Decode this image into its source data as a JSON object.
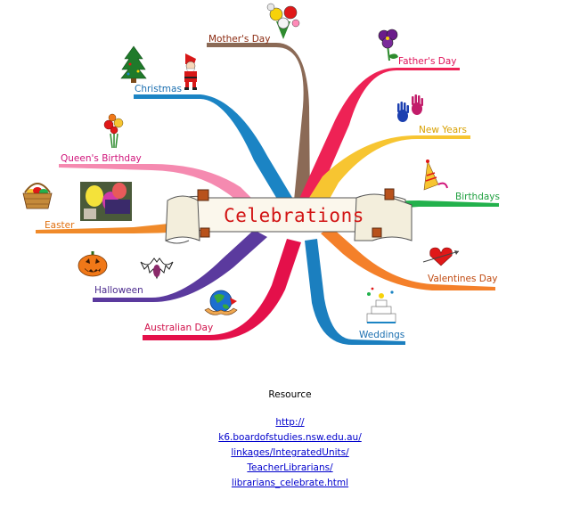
{
  "diagram": {
    "title": "Celebrations",
    "branches": [
      {
        "id": "mothers-day",
        "label": "Mother's Day",
        "color": "#8b6a56"
      },
      {
        "id": "fathers-day",
        "label": "Father's Day",
        "color": "#ee2255"
      },
      {
        "id": "christmas",
        "label": "Christmas",
        "color": "#1b84c4"
      },
      {
        "id": "new-years",
        "label": "New Years",
        "color": "#f7c531"
      },
      {
        "id": "queens-birthday",
        "label": "Queen's Birthday",
        "color": "#f58ab0"
      },
      {
        "id": "birthdays",
        "label": "Birthdays",
        "color": "#22b14c"
      },
      {
        "id": "easter",
        "label": "Easter",
        "color": "#f08a2a"
      },
      {
        "id": "valentines-day",
        "label": "Valentines Day",
        "color": "#f4802a"
      },
      {
        "id": "halloween",
        "label": "Halloween",
        "color": "#5b3a9e"
      },
      {
        "id": "weddings",
        "label": "Weddings",
        "color": "#1b7fbf"
      },
      {
        "id": "australian-day",
        "label": "Australian Day",
        "color": "#e4104a"
      }
    ],
    "label_colors": {
      "mothers-day": "#8b2a10",
      "fathers-day": "#e0145a",
      "christmas": "#1b6fb0",
      "new-years": "#d8a000",
      "queens-birthday": "#d0147a",
      "birthdays": "#20a040",
      "easter": "#e07010",
      "valentines-day": "#c04a10",
      "halloween": "#4b2a8e",
      "weddings": "#1b6fb0",
      "australian-day": "#d0104a"
    }
  },
  "resource": {
    "heading": "Resource",
    "link_lines": [
      "http://",
      "k6.boardofstudies.nsw.edu.au/",
      "linkages/IntegratedUnits/",
      "TeacherLibrarians/",
      "librarians_celebrate.html"
    ]
  }
}
